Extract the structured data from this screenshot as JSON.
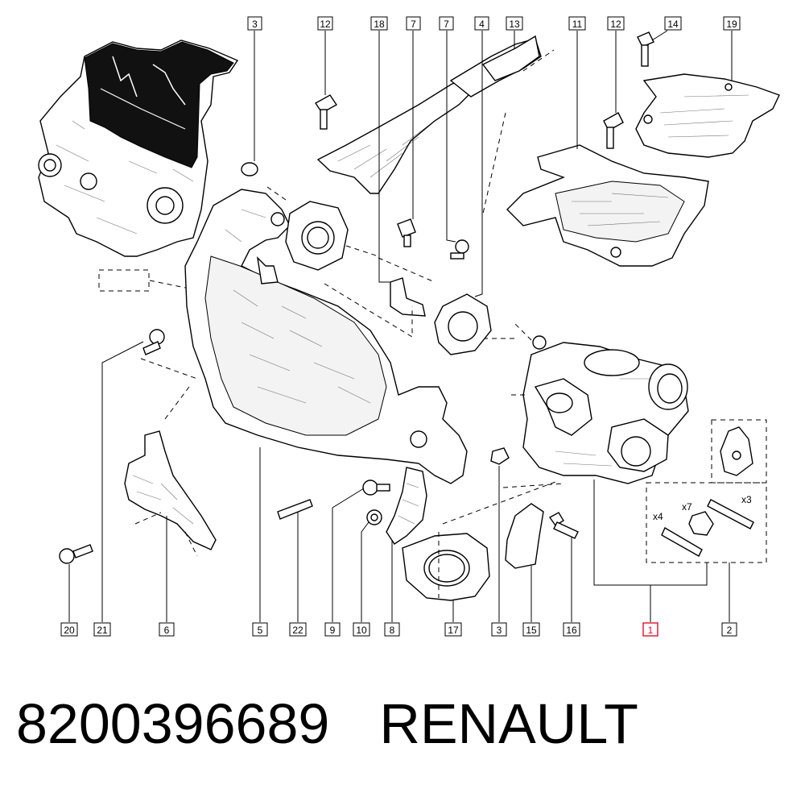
{
  "footer": {
    "part_number": "8200396689",
    "brand": "RENAULT"
  },
  "callouts_top": [
    "3",
    "12",
    "18",
    "7",
    "7",
    "4",
    "13",
    "11",
    "12",
    "14",
    "19"
  ],
  "callouts_bottom": [
    "20",
    "21",
    "6",
    "5",
    "22",
    "9",
    "10",
    "8",
    "17",
    "3",
    "15",
    "16",
    "1",
    "2"
  ],
  "selected_callout": "1",
  "quantities": {
    "studs_long": "x3",
    "nuts": "x7",
    "studs_short": "x4"
  },
  "colors": {
    "selected": "#e0102a",
    "line": "#000000"
  }
}
